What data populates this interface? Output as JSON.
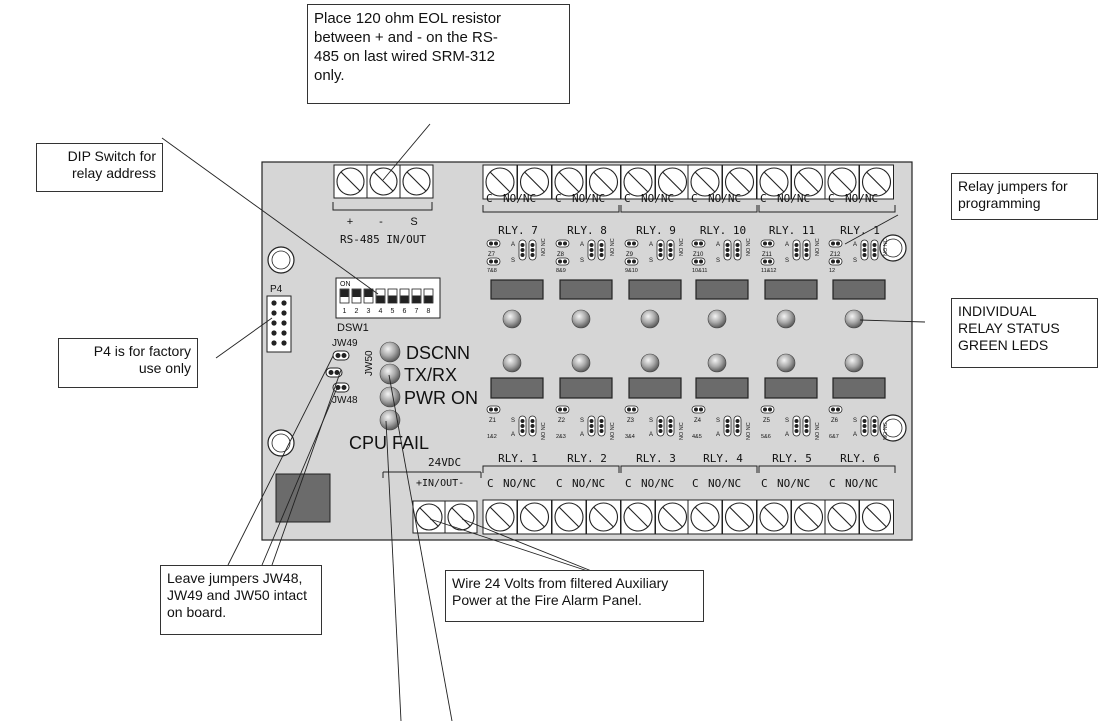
{
  "callouts": {
    "eol_resistor": "Place 120 ohm EOL resistor\nbetween + and - on the RS-\n485 on last wired SRM-312\nonly.",
    "dip_switch": "DIP Switch for\nrelay address",
    "relay_jumpers": "Relay jumpers for\nprogramming",
    "p4": "P4 is for factory\nuse only",
    "status_leds": "INDIVIDUAL\nRELAY STATUS\nGREEN LEDS",
    "leave_jumpers": "Leave jumpers JW48,\nJW49 and JW50 intact\non board.",
    "wire_24v": "Wire 24 Volts from filtered Auxiliary\nPower at the Fire Alarm Panel."
  },
  "board": {
    "rs485_plus": "+",
    "rs485_minus": "-",
    "rs485_s": "S",
    "rs485_label": "RS-485 IN/OUT",
    "p4_label": "P4",
    "dsw_label": "DSW1",
    "dsw_on": "ON",
    "dsw_numbers": [
      "1",
      "2",
      "3",
      "4",
      "5",
      "6",
      "7",
      "8"
    ],
    "jw49": "JW49",
    "jw50": "JW50",
    "jw48": "JW48",
    "led_dscnn": "DSCNN",
    "led_txrx": "TX/RX",
    "led_pwr": "PWR ON",
    "led_cpu": "CPU FAIL",
    "vdc_label": "24VDC",
    "vdc_terminals": "+IN/OUT-",
    "term_c": "C",
    "term_nonc": "NO/NC",
    "jumper_s": "S",
    "jumper_a": "A",
    "jumper_no": "NO",
    "jumper_nc": "NC"
  },
  "relays_top": [
    {
      "label": "RLY. 7",
      "zone": "Z7",
      "pair": "7&8"
    },
    {
      "label": "RLY. 8",
      "zone": "Z8",
      "pair": "8&9"
    },
    {
      "label": "RLY. 9",
      "zone": "Z9",
      "pair": "9&10"
    },
    {
      "label": "RLY. 10",
      "zone": "Z10",
      "pair": "10&11"
    },
    {
      "label": "RLY. 11",
      "zone": "Z11",
      "pair": "11&12"
    },
    {
      "label": "RLY. 1",
      "zone": "Z12",
      "pair": "12"
    }
  ],
  "relays_bottom": [
    {
      "label": "RLY. 1",
      "zone": "Z1",
      "pair": "1&2"
    },
    {
      "label": "RLY. 2",
      "zone": "Z2",
      "pair": "2&3"
    },
    {
      "label": "RLY. 3",
      "zone": "Z3",
      "pair": "3&4"
    },
    {
      "label": "RLY. 4",
      "zone": "Z4",
      "pair": "4&5"
    },
    {
      "label": "RLY. 5",
      "zone": "Z5",
      "pair": "5&6"
    },
    {
      "label": "RLY. 6",
      "zone": "Z6",
      "pair": "6&7"
    }
  ],
  "colors": {
    "board": "#d6d6d6",
    "relay_block": "#6b6b6b",
    "led": "#9a9a9a",
    "line": "#222222"
  }
}
